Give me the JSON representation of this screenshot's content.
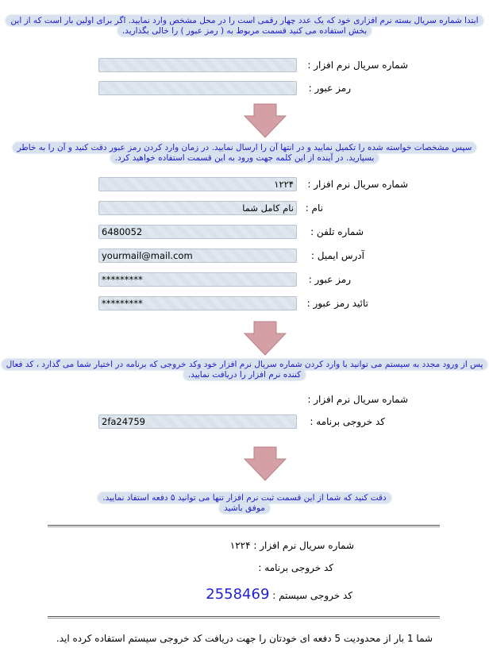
{
  "step1": {
    "instruction": "ابتدا شماره سریال بسته نرم افزاری خود که یک عدد چهار رقمی است را در محل مشخص وارد نمایید. اگر برای اولین بار است که از این بخش استفاده می کنید قسمت مربوط به ( رمز عبور ) را خالی بگذارید.",
    "serial_label": "شماره سریال نرم افزار :",
    "serial_value": "",
    "password_label": "رمز عبور :",
    "password_value": ""
  },
  "step2": {
    "instruction": "سپس مشخصات خواسته شده را تکمیل نمایید و در انتها آن را ارسال نمایید. در زمان وارد کردن رمز عبور دقت کنید و آن را به خاطر بسپارید. در آینده از این کلمه جهت ورود به این قسمت استفاده خواهید کرد.",
    "serial_label": "شماره سریال نرم افزار :",
    "serial_value": "۱۲۲۴",
    "name_label": "نام :",
    "name_value": "نام کامل شما",
    "phone_label": "شماره تلفن :",
    "phone_value": "6480052",
    "email_label": "آدرس ایمیل :",
    "email_value": "yourmail@mail.com",
    "password_label": "رمز عبور :",
    "password_value": "*********",
    "confirm_label": "تائید رمز عبور :",
    "confirm_value": "*********"
  },
  "step3": {
    "instruction": "پس از ورود مجدد به سیستم می توانید با وارد کردن شماره سریال نرم افزار خود وکد خروجی که برنامه در اختیار شما می گذارد ، کد فعال کننده نرم افزار را دریافت نمایید.",
    "serial_label": "شماره سریال نرم افزار :",
    "code_label": "کد خروجی برنامه :",
    "code_value": "2fa24759"
  },
  "step4": {
    "instruction_line1": "دقت کنید که شما از این قسمت ثبت نرم افزار تنها می توانید ۵ دفعه استفاد نمایید.",
    "instruction_line2": "موفق باشید"
  },
  "result": {
    "serial_label": "شماره سریال نرم افزار :",
    "serial_value": "۱۲۲۴",
    "program_code_label": "کد خروجی برنامه :",
    "system_code_label": "کد خروجی سیستم :",
    "system_code_value": "2558469"
  },
  "footer": "شما 1 بار از محدودیت 5 دفعه ای خودتان را جهت دریافت کد خروجی سیستم استفاده کرده اید.",
  "colors": {
    "note_text": "#1a1acc",
    "note_bg": "#d8e2ee",
    "field_bg": "#d9e2ea",
    "arrow": "#d4a0a6",
    "code": "#2222cc"
  }
}
